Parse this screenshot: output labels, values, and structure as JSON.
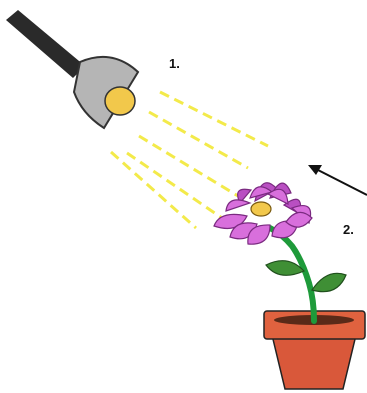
{
  "labels": {
    "lamp": "1.",
    "plant": "2."
  },
  "diagram": {
    "components": [
      "desk-lamp",
      "light-beams",
      "arrow",
      "flower",
      "flower-pot"
    ],
    "colors": {
      "lamp_handle": "#2a2a2a",
      "lamp_shade": "#b5b5b5",
      "bulb": "#f2c84b",
      "light_beam": "#f3ea4a",
      "petal": "#d86fdc",
      "petal_dark": "#b94fc2",
      "flower_center": "#f2c84b",
      "stem": "#1e9a3a",
      "leaf": "#3f8f35",
      "pot": "#d9583a",
      "pot_rim": "#e0623f",
      "soil": "#5a2a18",
      "arrow": "#111111"
    }
  }
}
